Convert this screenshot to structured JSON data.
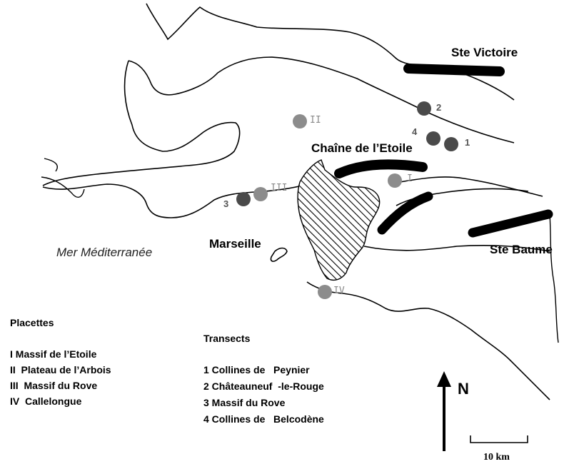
{
  "map_labels": {
    "ste_victoire": "Ste Victoire",
    "chaine_etoile": "Chaîne de l’Etoile",
    "marseille": "Marseille",
    "mer": "Mer Méditerranée",
    "ste_baume": "Ste Baume"
  },
  "site_markers": {
    "placette_I": "I",
    "placette_II": "II",
    "placette_III": "III",
    "placette_IV": "IV",
    "transect_1": "1",
    "transect_2": "2",
    "transect_3": "3",
    "transect_4": "4"
  },
  "legend_placettes": {
    "title": "Placettes",
    "items": [
      "I Massif de l’Etoile",
      "II  Plateau de l’Arbois",
      "III  Massif du Rove",
      "IV  Callelongue"
    ]
  },
  "legend_transects": {
    "title": "Transects",
    "items": [
      "1 Collines de   Peynier",
      "2 Châteauneuf  -le-Rouge",
      "3 Massif du Rove",
      "4 Collines de   Belcodène"
    ]
  },
  "north": "N",
  "scale": "10 km",
  "colors": {
    "placette_marker": "#8c8c8c",
    "transect_marker": "#4a4a4a",
    "ranges": "#000000",
    "lines": "#000000"
  }
}
